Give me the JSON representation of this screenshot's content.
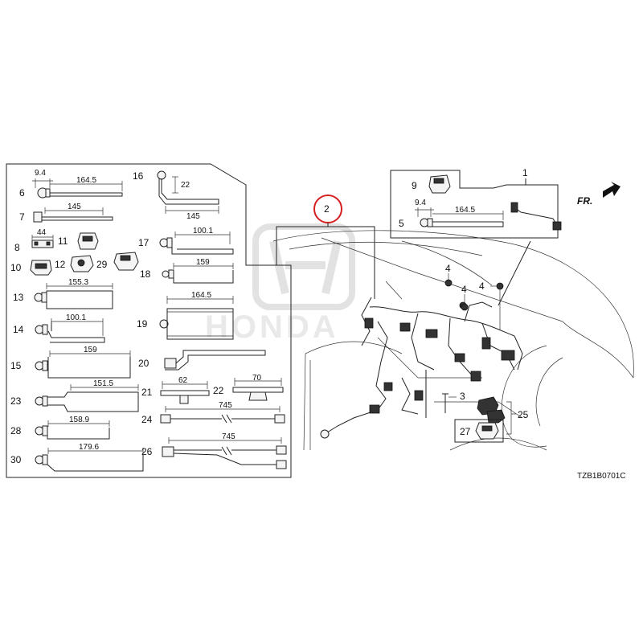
{
  "diagram": {
    "code": "TZB1B0701C",
    "front_label": "FR.",
    "highlighted_part": "2",
    "watermark": "HONDA",
    "callouts": [
      {
        "id": "6",
        "label": "6"
      },
      {
        "id": "7",
        "label": "7"
      },
      {
        "id": "8",
        "label": "8"
      },
      {
        "id": "11",
        "label": "11"
      },
      {
        "id": "10",
        "label": "10"
      },
      {
        "id": "12",
        "label": "12"
      },
      {
        "id": "29",
        "label": "29"
      },
      {
        "id": "13",
        "label": "13"
      },
      {
        "id": "14",
        "label": "14"
      },
      {
        "id": "15",
        "label": "15"
      },
      {
        "id": "23",
        "label": "23"
      },
      {
        "id": "28",
        "label": "28"
      },
      {
        "id": "30",
        "label": "30"
      },
      {
        "id": "16",
        "label": "16"
      },
      {
        "id": "17",
        "label": "17"
      },
      {
        "id": "18",
        "label": "18"
      },
      {
        "id": "19",
        "label": "19"
      },
      {
        "id": "20",
        "label": "20"
      },
      {
        "id": "21",
        "label": "21"
      },
      {
        "id": "22",
        "label": "22"
      },
      {
        "id": "24",
        "label": "24"
      },
      {
        "id": "26",
        "label": "26"
      },
      {
        "id": "2",
        "label": "2"
      },
      {
        "id": "9",
        "label": "9"
      },
      {
        "id": "5",
        "label": "5"
      },
      {
        "id": "1",
        "label": "1"
      },
      {
        "id": "4a",
        "label": "4"
      },
      {
        "id": "4b",
        "label": "4"
      },
      {
        "id": "4c",
        "label": "4"
      },
      {
        "id": "3",
        "label": "3"
      },
      {
        "id": "25",
        "label": "25"
      },
      {
        "id": "27",
        "label": "27"
      }
    ],
    "dimensions": {
      "d6_a": "9.4",
      "d6_b": "164.5",
      "d7": "145",
      "d8": "44",
      "d13": "155.3",
      "d14": "100.1",
      "d15": "159",
      "d23": "151.5",
      "d28": "158.9",
      "d30": "179.6",
      "d16_a": "22",
      "d16_b": "145",
      "d17": "100.1",
      "d18": "159",
      "d19": "164.5",
      "d21": "62",
      "d22": "70",
      "d24": "745",
      "d26": "745",
      "d5_a": "9.4",
      "d5_b": "164.5"
    }
  }
}
